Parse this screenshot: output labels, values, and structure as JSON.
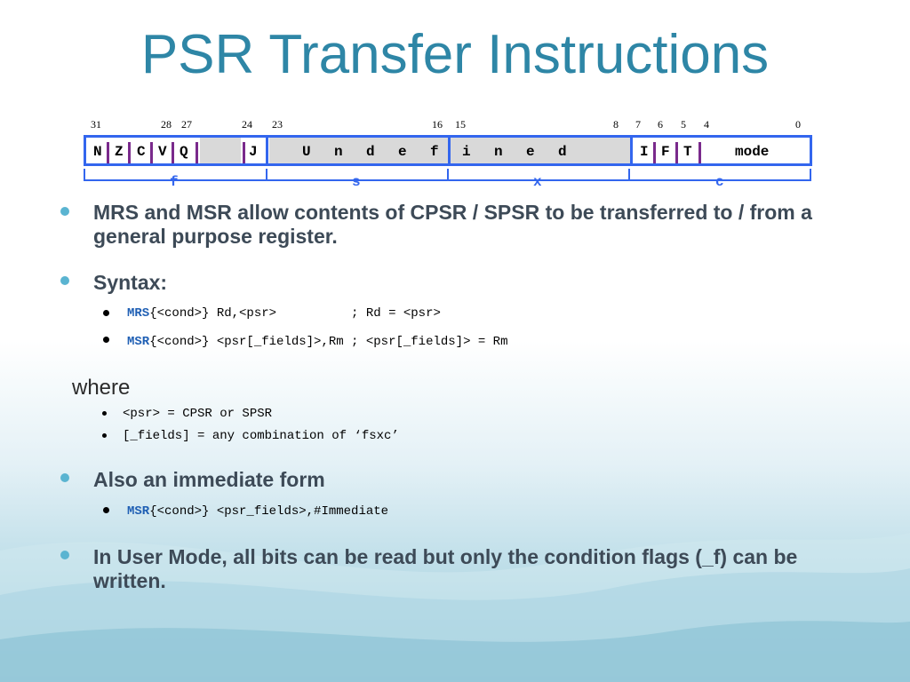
{
  "slide": {
    "title": "PSR Transfer Instructions"
  },
  "register": {
    "bit_numbers": [
      "31",
      "28",
      "27",
      "24",
      "23",
      "16",
      "15",
      "8",
      "7",
      "6",
      "5",
      "4",
      "0"
    ],
    "flags": [
      "N",
      "Z",
      "C",
      "V",
      "Q",
      "J"
    ],
    "undefined_letters": [
      "U",
      "n",
      "d",
      "e",
      "f",
      "i",
      "n",
      "e",
      "d"
    ],
    "low_bits": [
      "I",
      "F",
      "T"
    ],
    "mode_label": "mode",
    "fields": [
      "f",
      "s",
      "x",
      "c"
    ],
    "colors": {
      "border": "#3366ee",
      "tick": "#7a2a8c",
      "shade": "#d9d9d9"
    }
  },
  "bullets": [
    {
      "text": "MRS and MSR allow contents of CPSR / SPSR to be transferred to / from a general purpose register."
    },
    {
      "text": "Syntax:"
    },
    {
      "text": "Also an immediate form"
    },
    {
      "text": "In User Mode, all bits can be read but only the condition flags (_f) can be written."
    }
  ],
  "syntax": [
    {
      "kw": "MRS",
      "rest": "{<cond>} Rd,<psr>          ; Rd = <psr>"
    },
    {
      "kw": "MSR",
      "rest": "{<cond>} <psr[_fields]>,Rm ; <psr[_fields]> = Rm"
    }
  ],
  "where": {
    "label": "where",
    "items": [
      "<psr> = CPSR or SPSR",
      "[_fields] = any combination of ‘fsxc’"
    ]
  },
  "immediate": {
    "kw": "MSR",
    "rest": "{<cond>} <psr_fields>,#Immediate"
  },
  "theme": {
    "title_color": "#2e86a6",
    "bullet_color": "#5ab4d1",
    "keyword_color": "#1f5fb4"
  }
}
